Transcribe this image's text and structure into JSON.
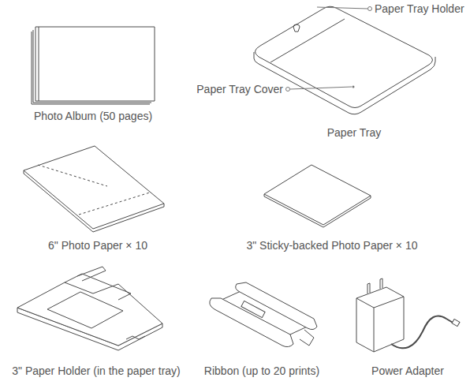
{
  "diagram": {
    "labels": [
      "Paper Tray Holder",
      "Paper Tray Cover",
      "Photo Album (50 pages)",
      "Paper Tray",
      "6\" Photo Paper × 10",
      "3\" Sticky-backed Photo Paper × 10",
      "3\" Paper Holder (in the paper tray)",
      "Ribbon (up to 20 prints)",
      "Power Adapter"
    ]
  }
}
